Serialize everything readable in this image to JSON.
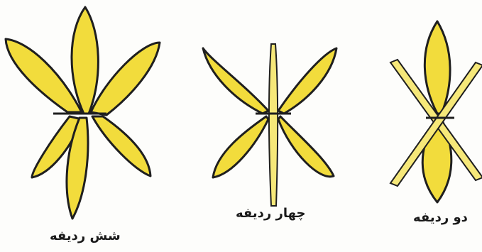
{
  "colors": {
    "petal_fill": "#f2dc3c",
    "petal_fill_light": "#f6e879",
    "petal_vein": "#c9a21c",
    "outline": "#1f1f1f",
    "background": "#fdfdfb"
  },
  "arrangements": [
    {
      "id": "six-row",
      "caption": "شش ردیفه",
      "petal_count": 6
    },
    {
      "id": "four-row",
      "caption": "چهار ردیفه",
      "petal_count": 4
    },
    {
      "id": "two-row",
      "caption": "دو ردیفه",
      "petal_count": 2
    }
  ]
}
